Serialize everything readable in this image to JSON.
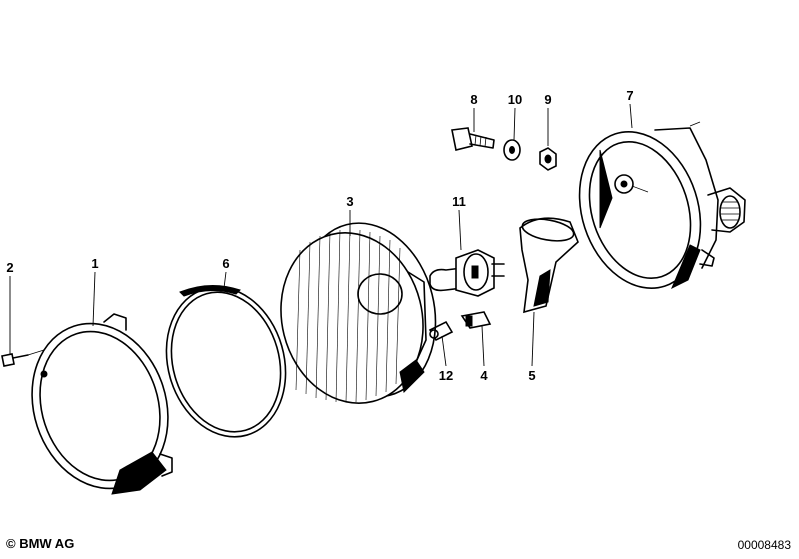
{
  "callouts": {
    "c1": "1",
    "c2": "2",
    "c3": "3",
    "c4": "4",
    "c5": "5",
    "c6": "6",
    "c7": "7",
    "c8": "8",
    "c9": "9",
    "c10": "10",
    "c11": "11",
    "c12": "12"
  },
  "footer": {
    "brand": "© BMW AG",
    "drawing_number": "00008483"
  }
}
